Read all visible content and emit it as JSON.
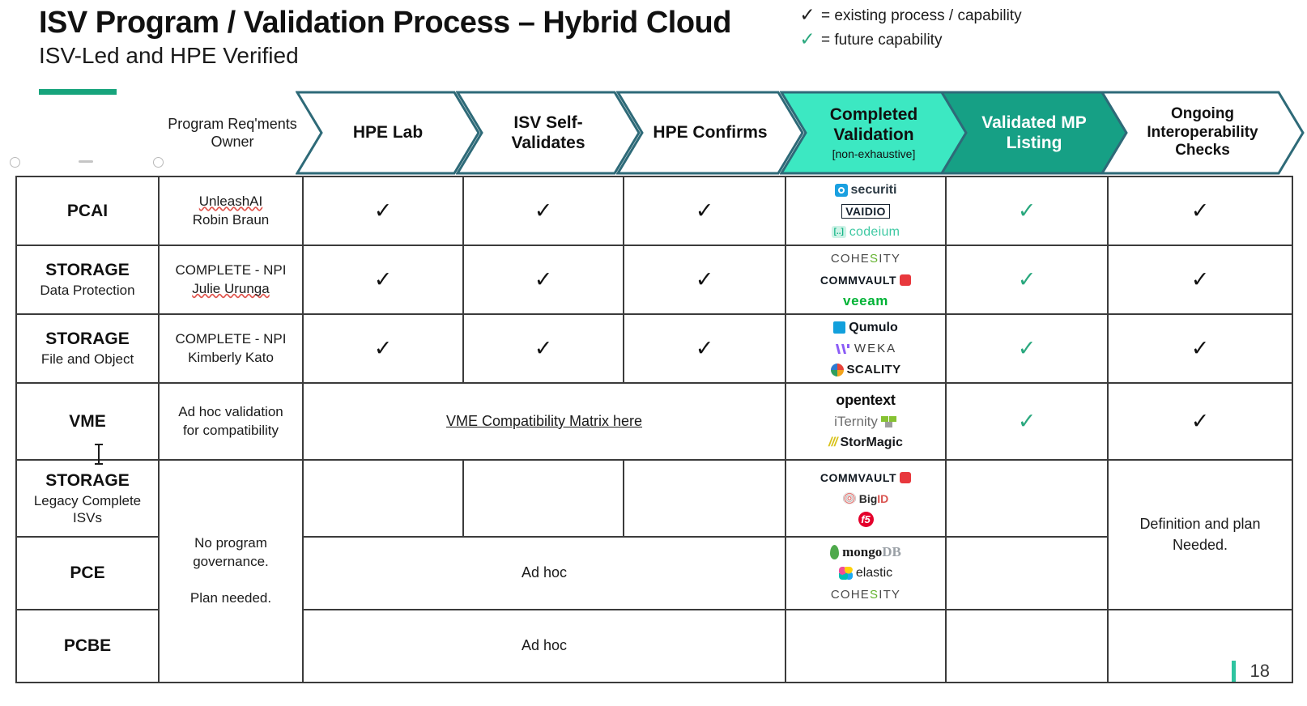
{
  "slide": {
    "title": "ISV Program / Validation Process – Hybrid Cloud",
    "subtitle": "ISV-Led and HPE Verified",
    "page_number": "18",
    "accent_color": "#17a47c"
  },
  "legend": {
    "items": [
      {
        "check": "✓",
        "color": "#1b1b1b",
        "text": "= existing process / capability"
      },
      {
        "check": "✓",
        "color": "#2aa87e",
        "text": "= future capability"
      }
    ]
  },
  "header": {
    "owner_column": "Program Req'ments\nOwner",
    "owner_line1": "Program Req'ments",
    "owner_line2": "Owner",
    "chevrons": [
      {
        "label": "HPE Lab",
        "note": "",
        "fill": "#ffffff",
        "stroke": "#2e6a78",
        "text_color": "#111111"
      },
      {
        "label": "ISV Self-Validates",
        "line1": "ISV Self-",
        "line2": "Validates",
        "note": "",
        "fill": "#ffffff",
        "stroke": "#2e6a78",
        "text_color": "#111111"
      },
      {
        "label": "HPE Confirms",
        "note": "",
        "fill": "#ffffff",
        "stroke": "#2e6a78",
        "text_color": "#111111"
      },
      {
        "label": "Completed Validation",
        "line1": "Completed",
        "line2": "Validation",
        "note": "[non-exhaustive]",
        "fill": "#3ce8c2",
        "stroke": "#2e6a78",
        "text_color": "#111111"
      },
      {
        "label": "Validated MP Listing",
        "line1": "Validated MP",
        "line2": "Listing",
        "note": "",
        "fill": "#16a085",
        "stroke": "#2e6a78",
        "text_color": "#ffffff"
      },
      {
        "label": "Ongoing Interoperability Checks",
        "line1": "Ongoing",
        "line2": "Interoperability",
        "line3": "Checks",
        "note": "",
        "fill": "#ffffff",
        "stroke": "#2e6a78",
        "text_color": "#111111"
      }
    ]
  },
  "rows": [
    {
      "name": "PCAI",
      "name_sub": "",
      "owner_line1": "UnleashAI",
      "owner_line1_spellcheck": true,
      "owner_line2": "Robin Braun",
      "hpe_lab": "✓",
      "hpe_lab_color": "#121212",
      "isv_self": "✓",
      "isv_self_color": "#121212",
      "hpe_confirms": "✓",
      "hpe_confirms_color": "#121212",
      "logos": [
        {
          "name": "securiti",
          "text": "securiti"
        },
        {
          "name": "vaidio",
          "text": "VAIDIO"
        },
        {
          "name": "codeium",
          "text": "codeium"
        }
      ],
      "mp_listing": "✓",
      "mp_listing_color": "#2aa87e",
      "ongoing": "✓",
      "ongoing_color": "#121212"
    },
    {
      "name": "STORAGE",
      "name_sub": "Data Protection",
      "owner_line1": "COMPLETE - NPI",
      "owner_line2": "Julie Urunga",
      "owner_line2_spellcheck": true,
      "hpe_lab": "✓",
      "hpe_lab_color": "#121212",
      "isv_self": "✓",
      "isv_self_color": "#121212",
      "hpe_confirms": "✓",
      "hpe_confirms_color": "#121212",
      "logos": [
        {
          "name": "cohesity",
          "text": "COHESITY"
        },
        {
          "name": "commvault",
          "text": "COMMVAULT"
        },
        {
          "name": "veeam",
          "text": "veeam"
        }
      ],
      "mp_listing": "✓",
      "mp_listing_color": "#2aa87e",
      "ongoing": "✓",
      "ongoing_color": "#121212"
    },
    {
      "name": "STORAGE",
      "name_sub": "File and Object",
      "owner_line1": "COMPLETE - NPI",
      "owner_line2": "Kimberly Kato",
      "hpe_lab": "✓",
      "hpe_lab_color": "#121212",
      "isv_self": "✓",
      "isv_self_color": "#121212",
      "hpe_confirms": "✓",
      "hpe_confirms_color": "#121212",
      "logos": [
        {
          "name": "qumulo",
          "text": "Qumulo"
        },
        {
          "name": "weka",
          "text": "WEKA"
        },
        {
          "name": "scality",
          "text": "SCALITY"
        }
      ],
      "mp_listing": "✓",
      "mp_listing_color": "#2aa87e",
      "ongoing": "✓",
      "ongoing_color": "#121212"
    },
    {
      "name": "VME",
      "name_sub": "",
      "owner_line1": "Ad hoc validation",
      "owner_line2": "for compatibility",
      "merged_link": "VME Compatibility Matrix here",
      "logos": [
        {
          "name": "opentext",
          "text": "opentext"
        },
        {
          "name": "iternity",
          "text": "iTernity"
        },
        {
          "name": "stormagic",
          "text": "StorMagic"
        }
      ],
      "mp_listing": "✓",
      "mp_listing_color": "#2aa87e",
      "ongoing": "✓",
      "ongoing_color": "#121212"
    },
    {
      "name": "STORAGE",
      "name_sub": "Legacy Complete ISVs",
      "name_sub_line1": "Legacy Complete",
      "name_sub_line2": "ISVs",
      "hpe_lab": "",
      "isv_self": "",
      "hpe_confirms": "",
      "logos": [
        {
          "name": "commvault",
          "text": "COMMVAULT"
        },
        {
          "name": "bigid",
          "text": "BigID"
        },
        {
          "name": "f5",
          "text": "F5"
        }
      ],
      "mp_listing": "",
      "ongoing": ""
    },
    {
      "name": "PCE",
      "name_sub": "",
      "merged_text": "Ad hoc",
      "logos": [
        {
          "name": "mongodb",
          "text": "mongoDB"
        },
        {
          "name": "elastic",
          "text": "elastic"
        },
        {
          "name": "cohesity",
          "text": "COHESITY"
        }
      ],
      "mp_listing": "",
      "ongoing": ""
    },
    {
      "name": "PCBE",
      "name_sub": "",
      "merged_text": "Ad hoc",
      "logos": [],
      "mp_listing": "",
      "ongoing": ""
    }
  ],
  "merged_cells": {
    "owner_governance_line1": "No program",
    "owner_governance_line2": "governance.",
    "owner_governance_line3": "Plan needed.",
    "ongoing_definition_line1": "Definition and plan",
    "ongoing_definition_line2": "Needed."
  }
}
